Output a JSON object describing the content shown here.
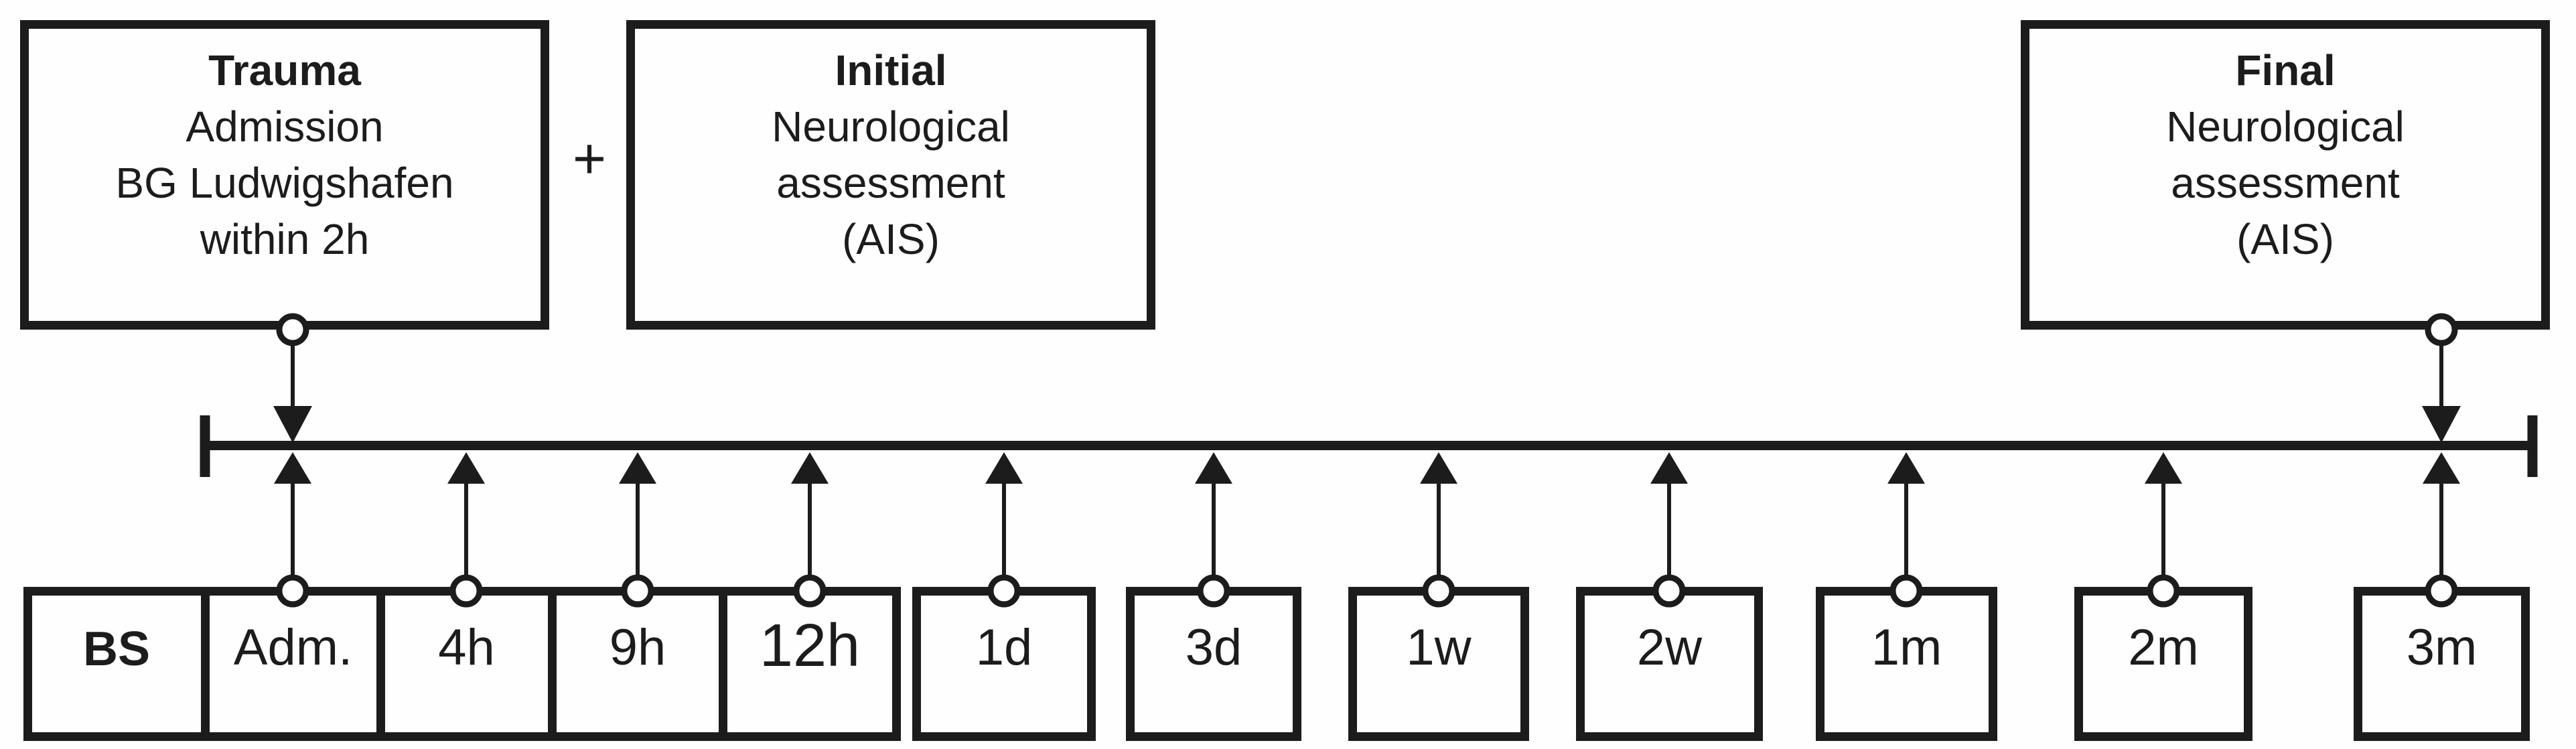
{
  "figure_type": "study-timeline-diagram",
  "top_boxes": {
    "trauma": {
      "title": "Trauma",
      "lines": [
        "Admission",
        "BG Ludwigshafen",
        "within 2h"
      ]
    },
    "initial": {
      "title": "Initial",
      "lines": [
        "Neurological",
        "assessment",
        "(AIS)"
      ]
    },
    "final": {
      "title": "Final",
      "lines": [
        "Neurological",
        "assessment",
        "(AIS)"
      ]
    }
  },
  "plus_sign": "+",
  "timeline": {
    "points": [
      {
        "label": "BS",
        "bold": true,
        "has_arrow": false
      },
      {
        "label": "Adm.",
        "bold": false,
        "has_arrow": true
      },
      {
        "label": "4h",
        "bold": false,
        "has_arrow": true
      },
      {
        "label": "9h",
        "bold": false,
        "has_arrow": true
      },
      {
        "label": "12h",
        "bold": false,
        "has_arrow": true
      },
      {
        "label": "1d",
        "bold": false,
        "has_arrow": true
      },
      {
        "label": "3d",
        "bold": false,
        "has_arrow": true
      },
      {
        "label": "1w",
        "bold": false,
        "has_arrow": true
      },
      {
        "label": "2w",
        "bold": false,
        "has_arrow": true
      },
      {
        "label": "1m",
        "bold": false,
        "has_arrow": true
      },
      {
        "label": "2m",
        "bold": false,
        "has_arrow": true
      },
      {
        "label": "3m",
        "bold": false,
        "has_arrow": true
      }
    ]
  },
  "colors": {
    "stroke": "#1c1c1c",
    "background": "#ffffff"
  }
}
